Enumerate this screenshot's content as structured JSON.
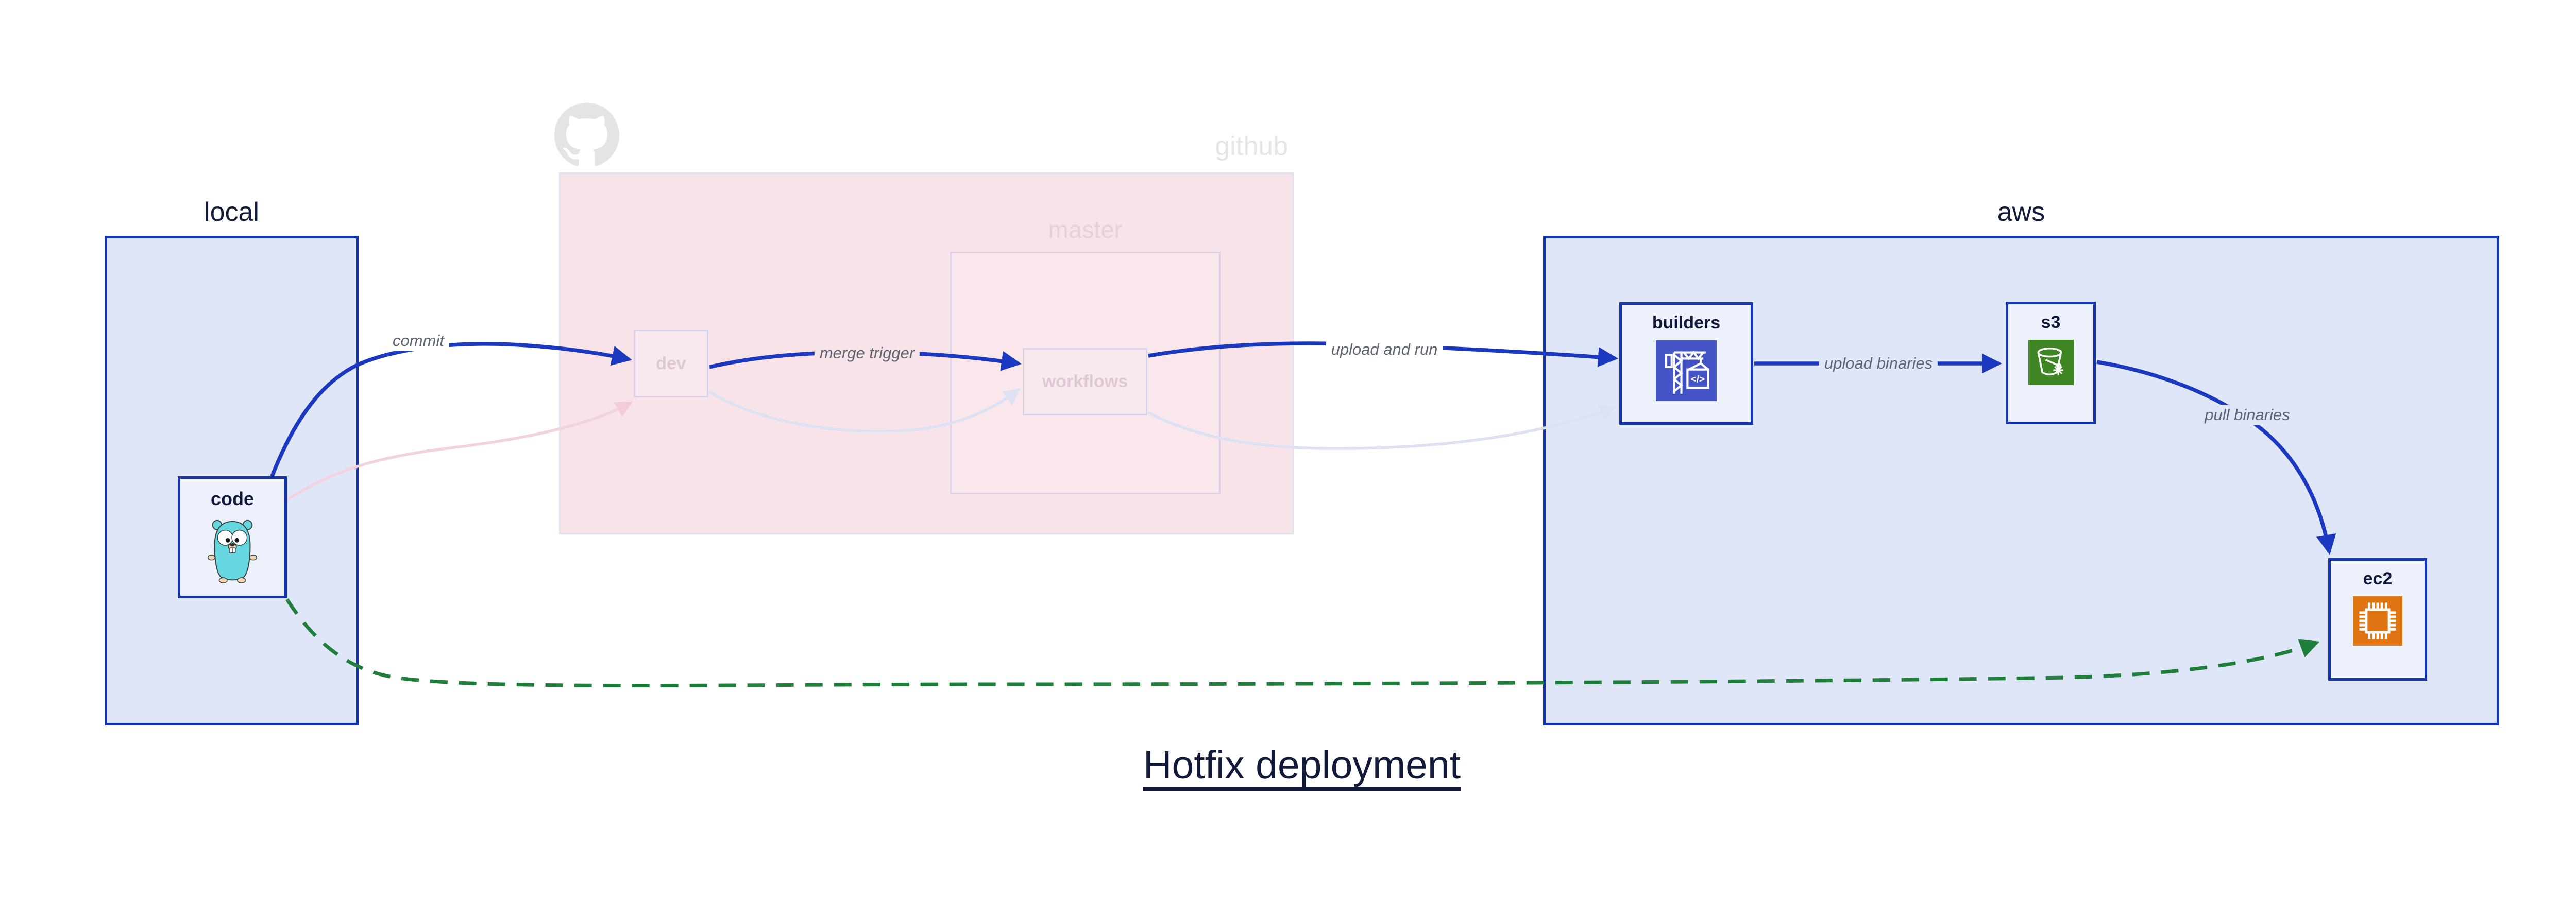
{
  "title": {
    "text": "Hotfix deployment"
  },
  "regions": {
    "local": {
      "label": "local"
    },
    "github": {
      "label": "github"
    },
    "master": {
      "label": "master"
    },
    "aws": {
      "label": "aws"
    }
  },
  "nodes": {
    "code": {
      "label": "code",
      "icon": "go-gopher-icon"
    },
    "dev": {
      "label": "dev"
    },
    "workflows": {
      "label": "workflows"
    },
    "builders": {
      "label": "builders",
      "icon": "codebuild-crane-icon"
    },
    "s3": {
      "label": "s3",
      "icon": "s3-bucket-snowflake-icon"
    },
    "ec2": {
      "label": "ec2",
      "icon": "ec2-chip-icon"
    }
  },
  "edges": {
    "commit": {
      "label": "commit"
    },
    "merge_trigger": {
      "label": "merge trigger"
    },
    "upload_and_run": {
      "label": "upload and run"
    },
    "upload_binaries": {
      "label": "upload binaries"
    },
    "pull_binaries": {
      "label": "pull binaries"
    }
  },
  "icons": {
    "github_logo": "github-octocat-icon"
  },
  "colors": {
    "blue_border": "#1434b0",
    "blue_edge": "#1b38c0",
    "navy_text": "#131c3b",
    "region_fill": "#dfe6f8",
    "node_fill": "#edf1fc",
    "github_pink_fill": "#f8e3e9",
    "faded_border": "#d9d4e9",
    "faded_label": "#dcc9d5",
    "edge_label_gray": "#5d6472",
    "green_dashed_edge": "#1f7f3a",
    "codebuild_tile": "#4353c6",
    "s3_tile": "#3e8624",
    "ec2_tile": "#de7512",
    "octocat_gray": "#e4e4e4",
    "gopher_teal": "#67d7df"
  }
}
